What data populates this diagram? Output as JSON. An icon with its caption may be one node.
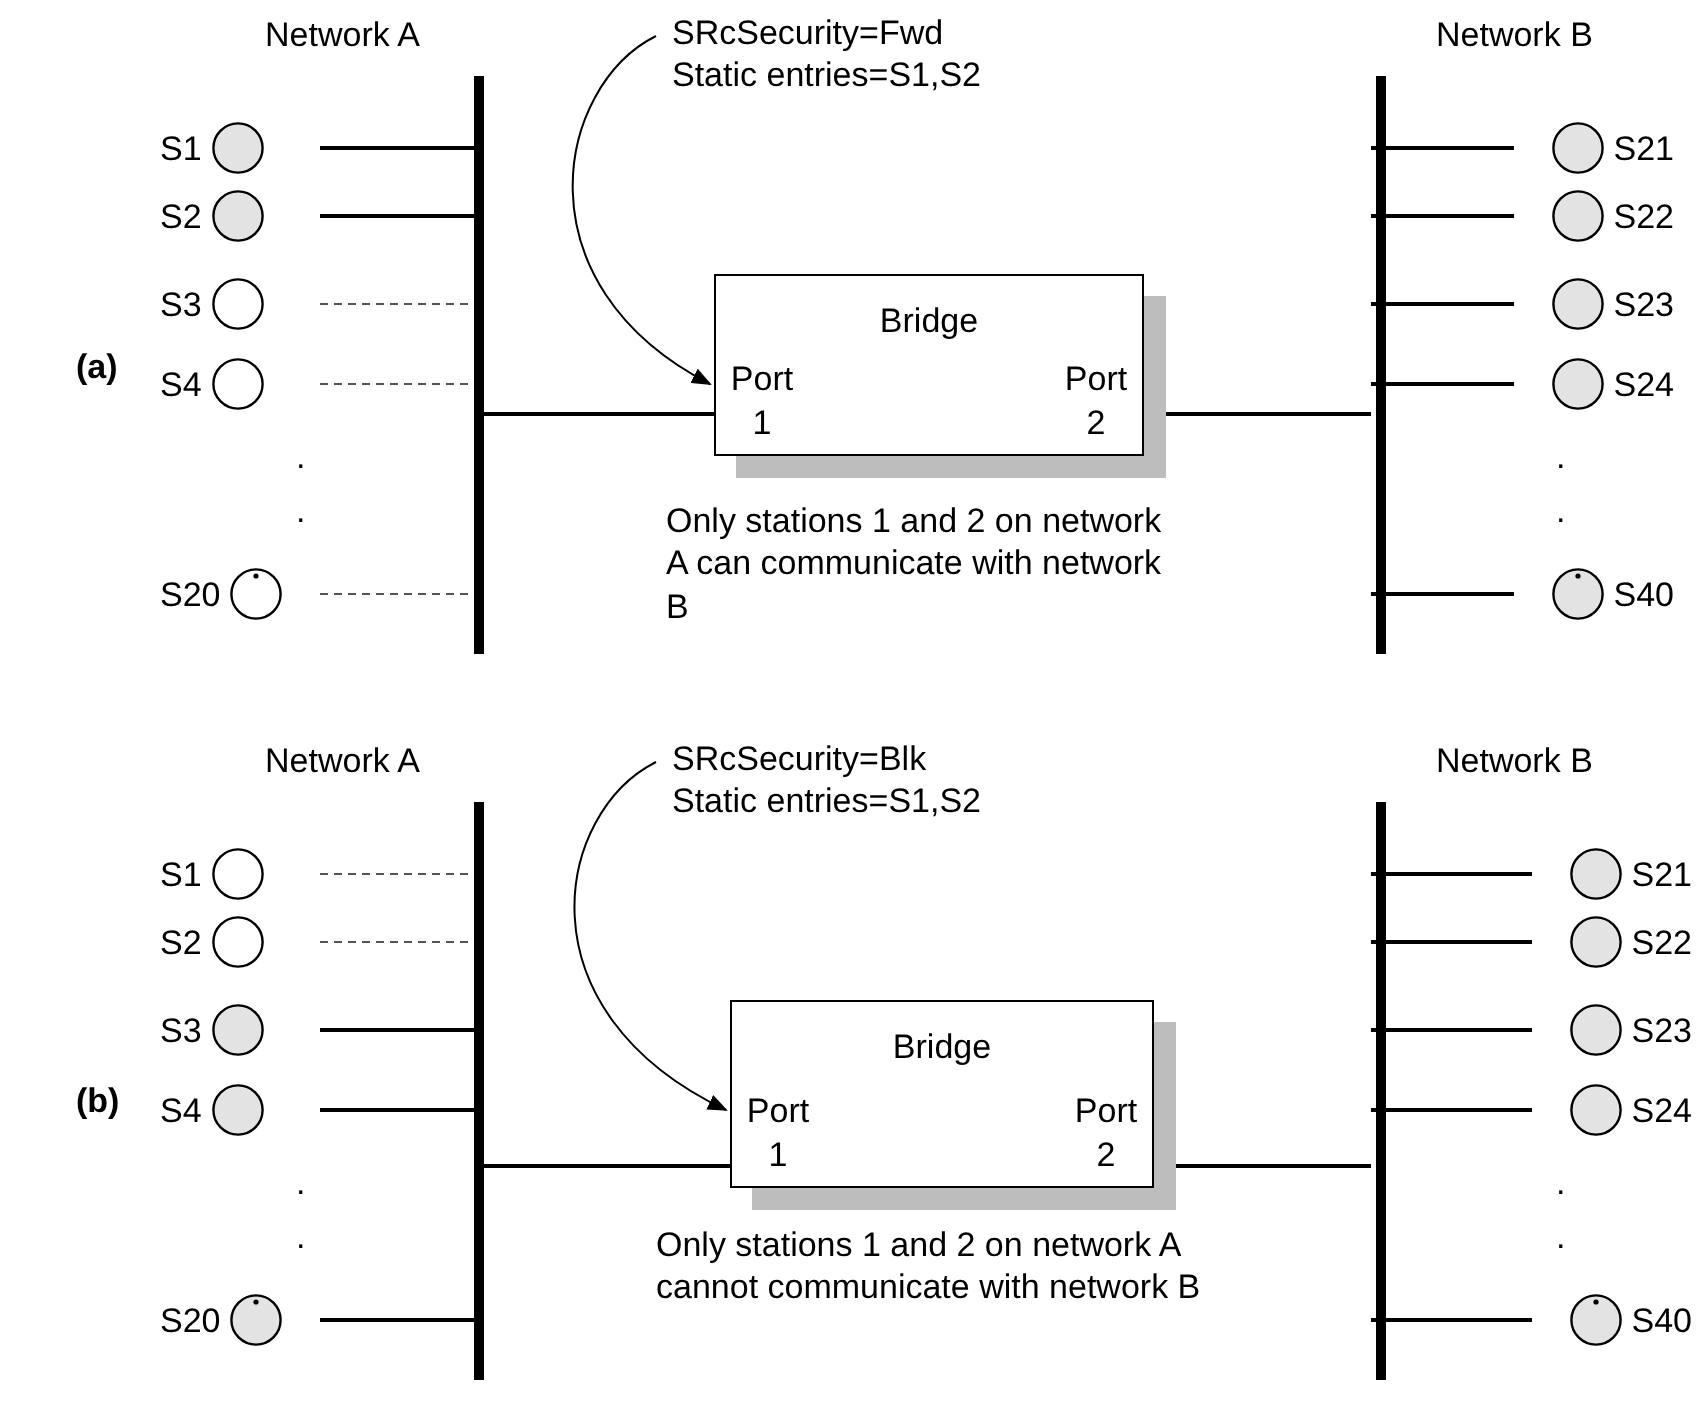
{
  "diagram": {
    "nodes": [
      {
        "text": [
          "Network A"
        ]
      },
      {
        "text": [
          "S1"
        ]
      },
      {
        "text": [
          "S2"
        ]
      },
      {
        "text": [
          "S3"
        ]
      },
      {
        "text": [
          "S4"
        ]
      },
      {
        "text": [
          "S20"
        ]
      },
      {
        "text": [
          "SRcSecurity=Fwd",
          "Static entries=S1,S2"
        ]
      },
      {
        "text": [
          "Bridge",
          "Port 1",
          "Port 2"
        ]
      },
      {
        "text": [
          "Network B"
        ]
      },
      {
        "text": [
          "S21"
        ]
      },
      {
        "text": [
          "S22"
        ]
      },
      {
        "text": [
          "S23"
        ]
      },
      {
        "text": [
          "S24"
        ]
      },
      {
        "text": [
          "S40"
        ]
      },
      {
        "text": [
          "Network A"
        ]
      },
      {
        "text": [
          "S1"
        ]
      },
      {
        "text": [
          "S2"
        ]
      },
      {
        "text": [
          "S3"
        ]
      },
      {
        "text": [
          "S4"
        ]
      },
      {
        "text": [
          "S20"
        ]
      },
      {
        "text": [
          "SRcSecurity=Blk",
          "Static entries=S1,S2"
        ]
      },
      {
        "text": [
          "Bridge",
          "Port 1",
          "Port 2"
        ]
      },
      {
        "text": [
          "Network B"
        ]
      },
      {
        "text": [
          "S21"
        ]
      },
      {
        "text": [
          "S22"
        ]
      },
      {
        "text": [
          "S23"
        ]
      },
      {
        "text": [
          "S24"
        ]
      },
      {
        "text": [
          "S40"
        ]
      }
    ],
    "edges": [
      {
        "from": 1,
        "to": 0,
        "arrow": "none"
      },
      {
        "from": 2,
        "to": 0,
        "arrow": "none"
      },
      {
        "from": 3,
        "to": 0,
        "arrow": "none",
        "style": "dashed"
      },
      {
        "from": 4,
        "to": 0,
        "arrow": "none",
        "style": "dashed"
      },
      {
        "from": 5,
        "to": 0,
        "arrow": "none",
        "style": "dashed"
      },
      {
        "from": 6,
        "to": 7,
        "arrow": "to"
      },
      {
        "from": 0,
        "to": 7,
        "arrow": "none"
      },
      {
        "from": 7,
        "to": 8,
        "arrow": "none"
      },
      {
        "from": 8,
        "to": 9,
        "arrow": "none"
      },
      {
        "from": 8,
        "to": 10,
        "arrow": "none"
      },
      {
        "from": 8,
        "to": 11,
        "arrow": "none"
      },
      {
        "from": 8,
        "to": 12,
        "arrow": "none"
      },
      {
        "from": 8,
        "to": 13,
        "arrow": "none"
      },
      {
        "from": 15,
        "to": 14,
        "arrow": "none",
        "style": "dashed"
      },
      {
        "from": 16,
        "to": 14,
        "arrow": "none",
        "style": "dashed"
      },
      {
        "from": 17,
        "to": 14,
        "arrow": "none"
      },
      {
        "from": 18,
        "to": 14,
        "arrow": "none"
      },
      {
        "from": 19,
        "to": 14,
        "arrow": "none"
      },
      {
        "from": 20,
        "to": 21,
        "arrow": "to"
      },
      {
        "from": 14,
        "to": 21,
        "arrow": "none"
      },
      {
        "from": 21,
        "to": 22,
        "arrow": "none"
      },
      {
        "from": 22,
        "to": 23,
        "arrow": "none"
      },
      {
        "from": 22,
        "to": 24,
        "arrow": "none"
      },
      {
        "from": 22,
        "to": 25,
        "arrow": "none"
      },
      {
        "from": 22,
        "to": 26,
        "arrow": "none"
      },
      {
        "from": 22,
        "to": 27,
        "arrow": "none"
      }
    ],
    "labels": [
      "(a)",
      ".",
      ".",
      ".",
      ".",
      "Only stations 1 and 2 on network A can communicate with network B",
      "(b)",
      ".",
      ".",
      ".",
      ".",
      "Only stations 1 and 2 on network A cannot communicate with network B"
    ]
  }
}
